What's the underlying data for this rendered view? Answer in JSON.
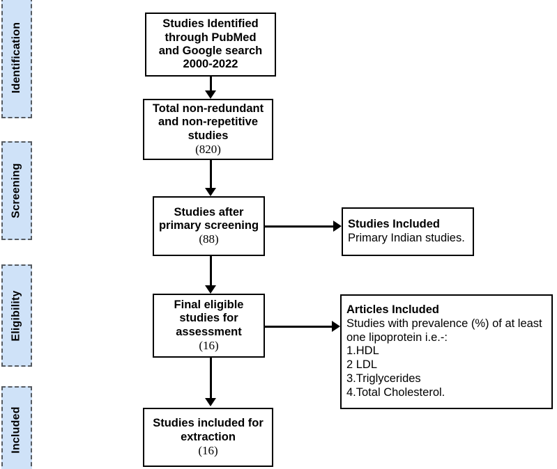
{
  "diagram": {
    "title": "PRISMA study selection flow diagram",
    "accent_color": "#cfe2f8",
    "border_color": "#555a60",
    "line_color": "#000000"
  },
  "stages": [
    {
      "label": "Identification"
    },
    {
      "label": "Screening"
    },
    {
      "label": "Eligibility"
    },
    {
      "label": "Included"
    }
  ],
  "nodes": {
    "identified": {
      "lines": [
        "Studies Identified",
        "through PubMed",
        "and Google search",
        "2000-2022"
      ]
    },
    "non_redundant": {
      "lines": [
        "Total non-redundant",
        "and non-repetitive",
        "studies"
      ],
      "count": "(820)"
    },
    "primary_screened": {
      "lines": [
        "Studies after",
        "primary screening"
      ],
      "count": "(88)"
    },
    "studies_included": {
      "heading": "Studies Included",
      "lines": [
        "Primary Indian studies."
      ]
    },
    "final_eligible": {
      "lines": [
        "Final eligible",
        "studies for",
        "assessment"
      ],
      "count": "(16)"
    },
    "articles_included": {
      "heading": "Articles Included",
      "lines": [
        "Studies with prevalence (%) of at least",
        "one lipoprotein i.e.-:",
        "1.HDL",
        "2 LDL",
        "3.Triglycerides",
        "4.Total Cholesterol."
      ]
    },
    "extraction": {
      "lines": [
        "Studies included for",
        "extraction"
      ],
      "count": "(16)"
    }
  }
}
